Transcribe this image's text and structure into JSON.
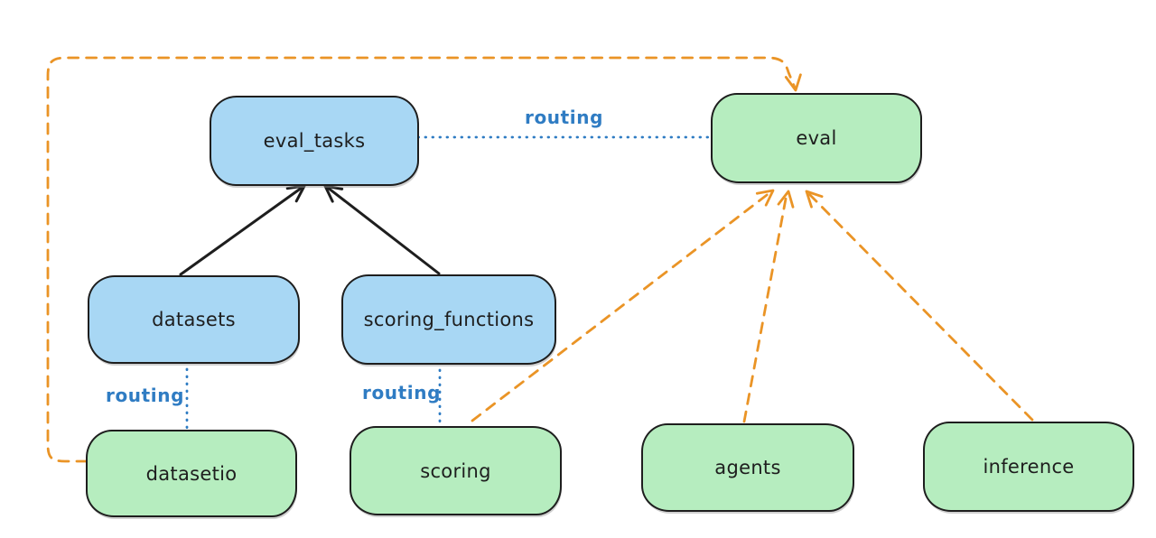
{
  "colors": {
    "background": "#ffffff",
    "api_box_fill_blue": "#a8d7f4",
    "provider_box_fill_green": "#b6edbf",
    "box_border": "#1e1e1e",
    "routing_line_blue": "#2f7cc3",
    "dependency_arrow_black": "#1e1e1e",
    "provider_arrow_orange": "#ea9426"
  },
  "nodes": [
    {
      "id": "eval_tasks",
      "label": "eval_tasks",
      "kind": "blue"
    },
    {
      "id": "eval",
      "label": "eval",
      "kind": "green"
    },
    {
      "id": "datasets",
      "label": "datasets",
      "kind": "blue"
    },
    {
      "id": "scoring_functions",
      "label": "scoring_functions",
      "kind": "blue"
    },
    {
      "id": "datasetio",
      "label": "datasetio",
      "kind": "green"
    },
    {
      "id": "scoring",
      "label": "scoring",
      "kind": "green"
    },
    {
      "id": "agents",
      "label": "agents",
      "kind": "green"
    },
    {
      "id": "inference",
      "label": "inference",
      "kind": "green"
    }
  ],
  "edges": [
    {
      "from": "datasets",
      "to": "eval_tasks",
      "style": "solid-black-arrow"
    },
    {
      "from": "scoring_functions",
      "to": "eval_tasks",
      "style": "solid-black-arrow"
    },
    {
      "from": "eval_tasks",
      "to": "eval",
      "style": "dotted-blue",
      "label": "routing"
    },
    {
      "from": "datasets",
      "to": "datasetio",
      "style": "dotted-blue",
      "label": "routing"
    },
    {
      "from": "scoring_functions",
      "to": "scoring",
      "style": "dotted-blue",
      "label": "routing"
    },
    {
      "from": "datasetio",
      "to": "eval",
      "style": "dashed-orange-arrow"
    },
    {
      "from": "scoring",
      "to": "eval",
      "style": "dashed-orange-arrow"
    },
    {
      "from": "agents",
      "to": "eval",
      "style": "dashed-orange-arrow"
    },
    {
      "from": "inference",
      "to": "eval",
      "style": "dashed-orange-arrow"
    }
  ]
}
